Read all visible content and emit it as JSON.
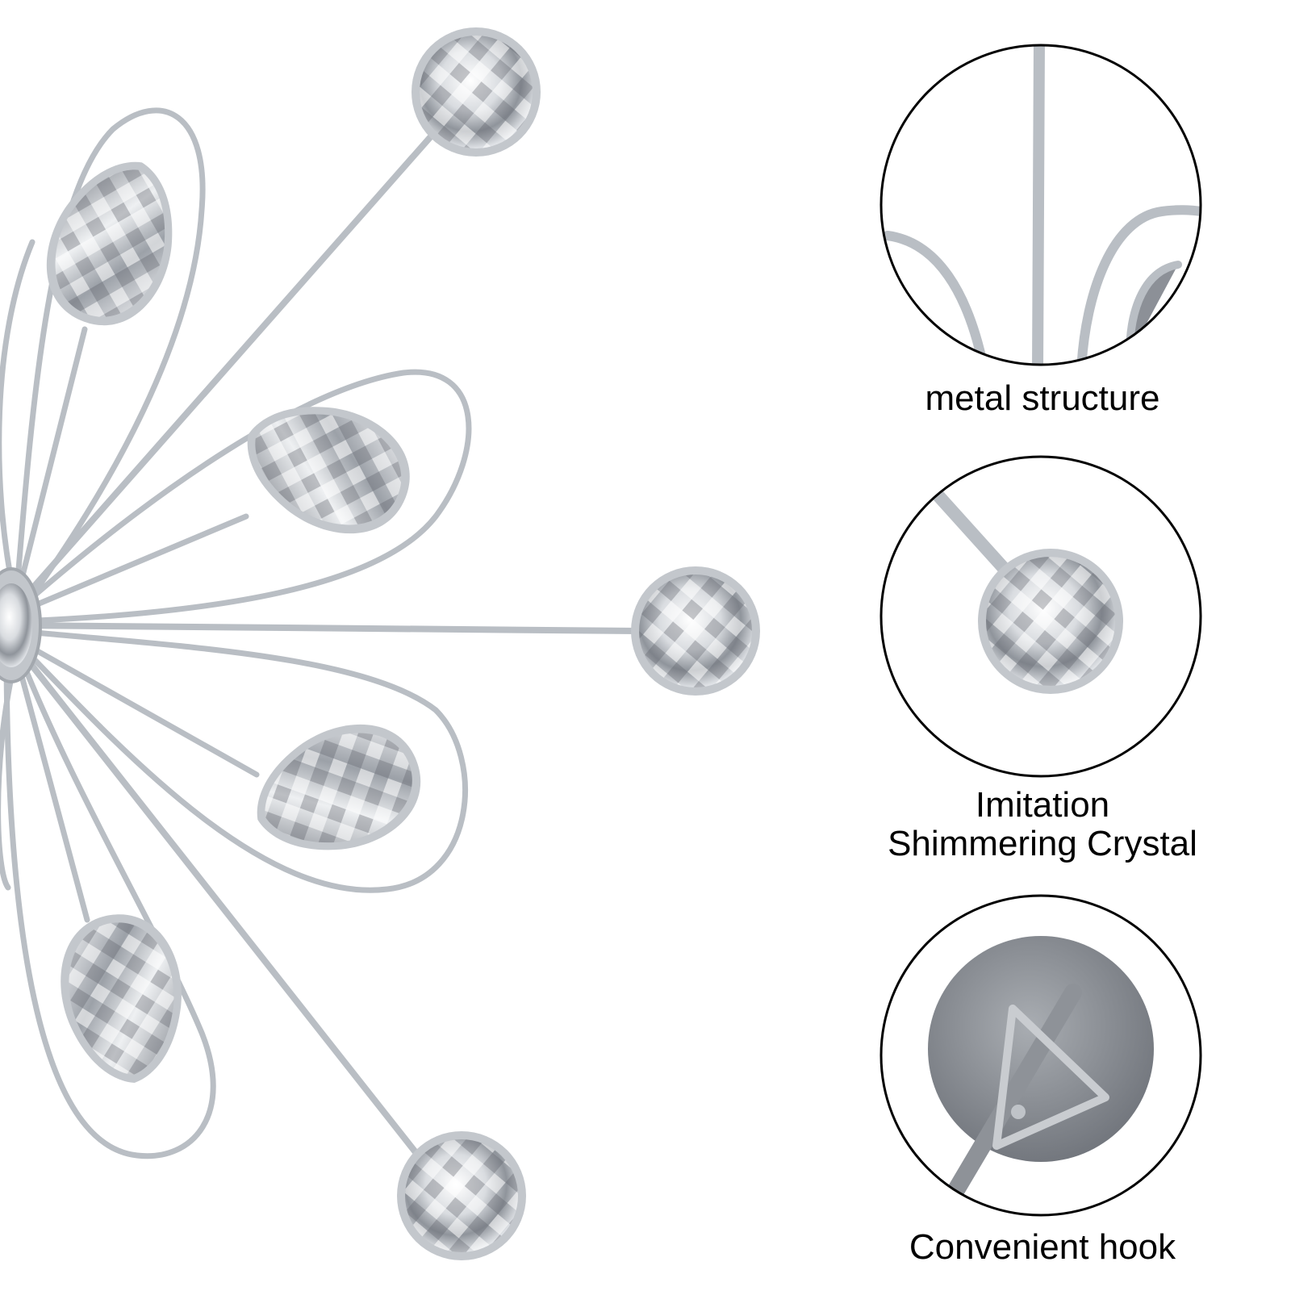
{
  "colors": {
    "background": "#ffffff",
    "wire": "#b9bec4",
    "wire_dark": "#9ea3a9",
    "crystal_light": "#f3f4f6",
    "crystal_dark": "#6f747b",
    "outline": "#000000",
    "hook_plate": "#8b8f95"
  },
  "details": [
    {
      "id": "metal-structure",
      "icon": "metal-wire-detail",
      "label": "metal structure"
    },
    {
      "id": "crystal",
      "icon": "crystal-gem-detail",
      "label_lines": [
        "Imitation",
        "Shimmering Crystal"
      ]
    },
    {
      "id": "hook",
      "icon": "hanging-hook-detail",
      "label": "Convenient hook"
    }
  ]
}
